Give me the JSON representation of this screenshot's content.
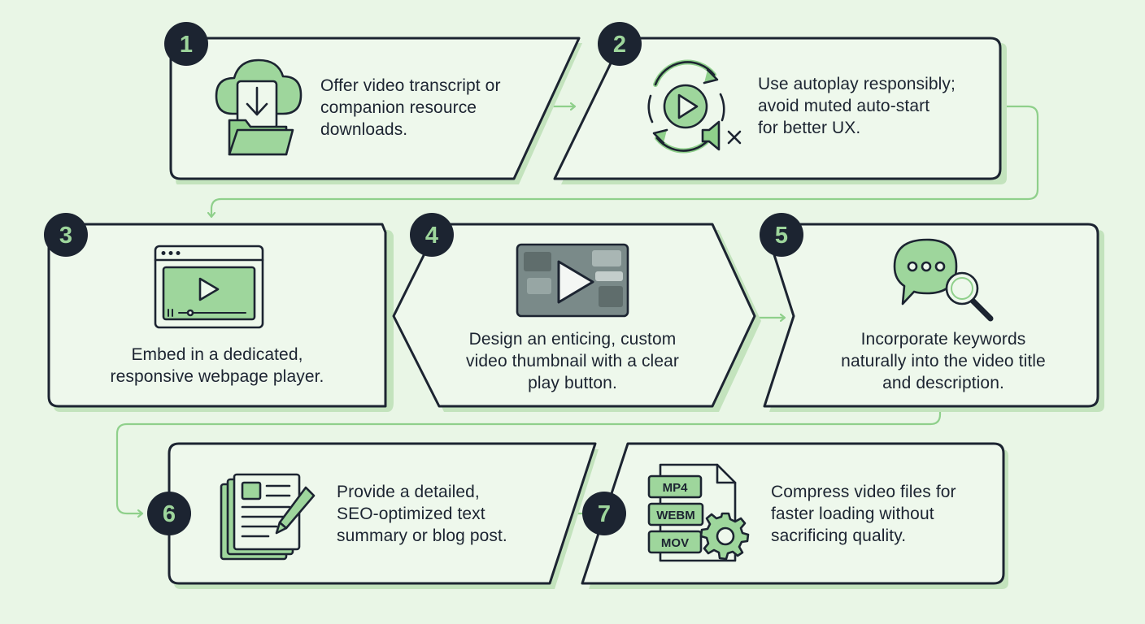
{
  "colors": {
    "background": "#e9f6e6",
    "card_fill": "#eef8ec",
    "card_stroke": "#1c2431",
    "shadow": "#c3e3bd",
    "accent": "#8fd08b",
    "badge_fill": "#1c2431",
    "badge_text": "#9ed69c"
  },
  "steps": [
    {
      "number": "1",
      "icon": "cloud-download-folder-icon",
      "lines": [
        "Offer video transcript or",
        "companion resource",
        "downloads."
      ]
    },
    {
      "number": "2",
      "icon": "autoplay-muted-icon",
      "lines": [
        "Use autoplay responsibly;",
        "avoid muted auto-start",
        "for better UX."
      ]
    },
    {
      "number": "3",
      "icon": "embedded-player-icon",
      "lines": [
        "Embed in a dedicated,",
        "responsive webpage player."
      ]
    },
    {
      "number": "4",
      "icon": "video-thumbnail-icon",
      "lines": [
        "Design an enticing, custom",
        "video thumbnail with a clear",
        "play button."
      ]
    },
    {
      "number": "5",
      "icon": "chat-search-icon",
      "lines": [
        "Incorporate keywords",
        "naturally into the video title",
        "and description."
      ]
    },
    {
      "number": "6",
      "icon": "document-pencil-icon",
      "lines": [
        "Provide a detailed,",
        "SEO-optimized text",
        "summary or blog post."
      ]
    },
    {
      "number": "7",
      "icon": "video-formats-gear-icon",
      "lines": [
        "Compress video files for",
        "faster loading without",
        "sacrificing quality."
      ],
      "formats": [
        "MP4",
        "WEBM",
        "MOV"
      ]
    }
  ]
}
